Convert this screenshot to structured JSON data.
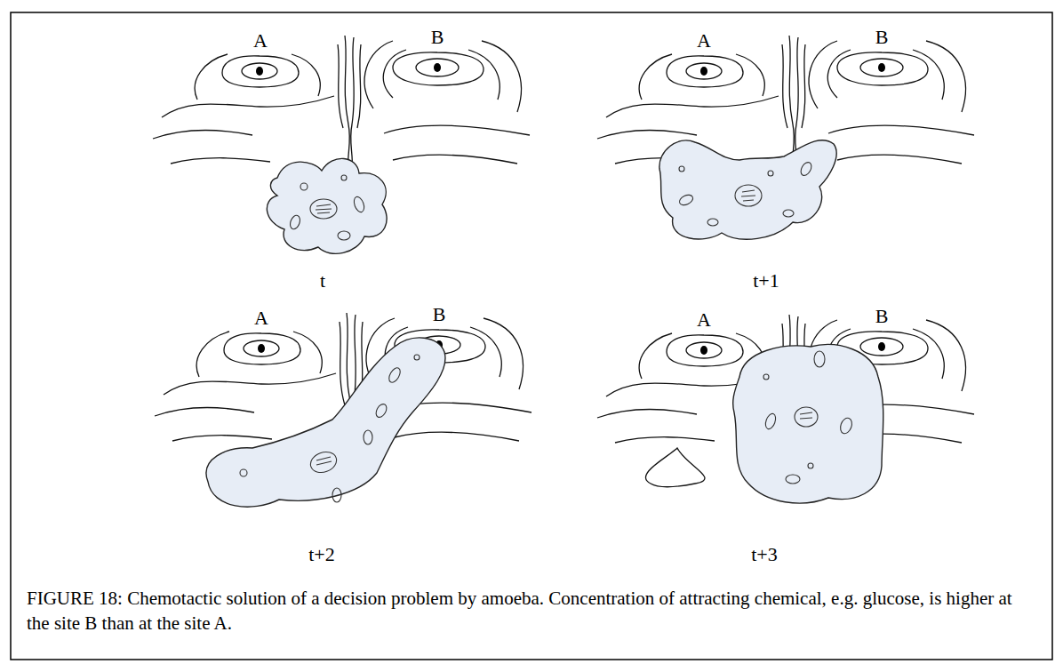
{
  "diagram": {
    "caption": "FIGURE 18: Chemotactic solution of a decision problem by amoeba. Concentration of attracting chemical, e.g. glucose, is higher at the site B than at the site A.",
    "labels": [
      "A",
      "B",
      "t",
      "A",
      "B",
      "t+1",
      "A",
      "B",
      "t+2",
      "A",
      "B",
      "t+3"
    ]
  }
}
